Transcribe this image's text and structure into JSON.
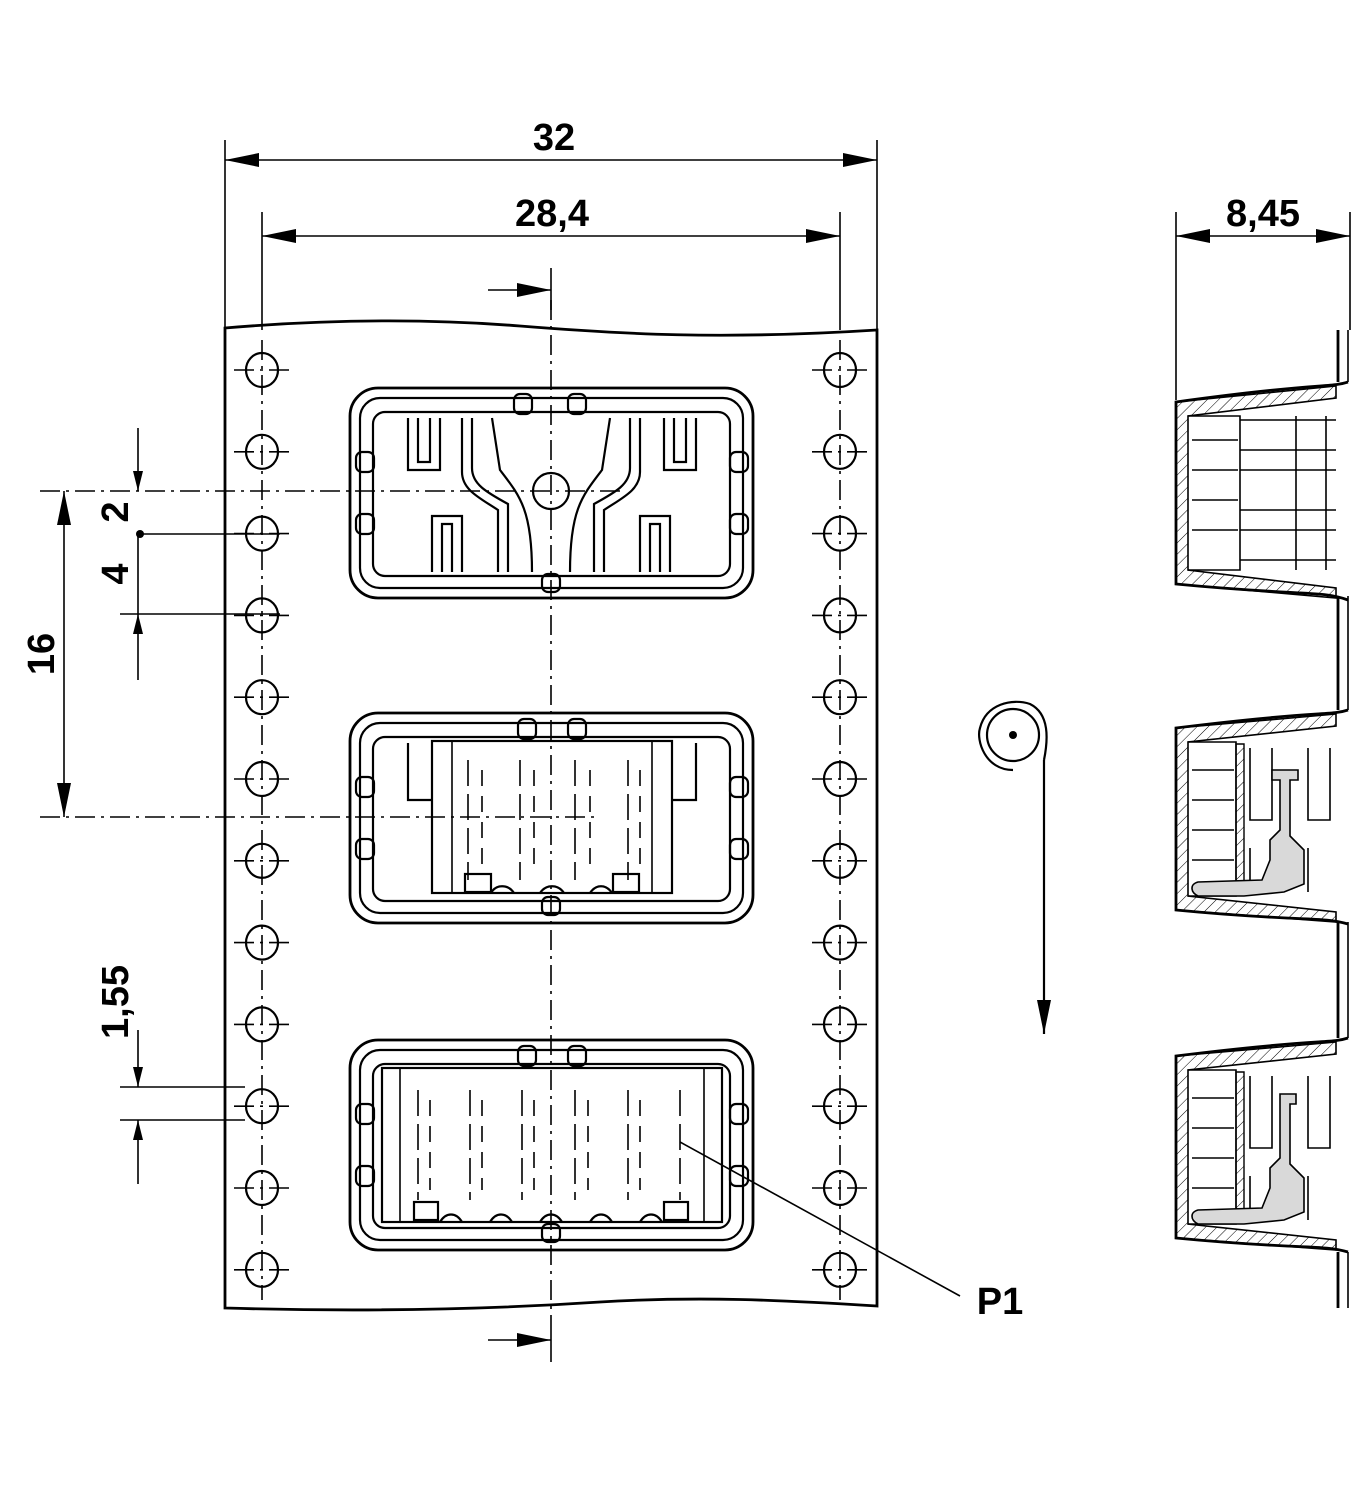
{
  "dimensions": {
    "tape_width": "32",
    "pitch_line_width": "28,4",
    "side_depth": "8,45",
    "pocket_pitch": "16",
    "hole_offset": "2",
    "hole_pitch": "4",
    "hole_diameter": "1,55"
  },
  "callouts": {
    "part_label": "P1"
  },
  "colors": {
    "line": "#000000",
    "component_fill": "#d9d9d9",
    "background": "#ffffff"
  },
  "icons": {
    "reel_direction": "reel-rotation-icon",
    "feed_direction": "arrow-down-icon"
  }
}
